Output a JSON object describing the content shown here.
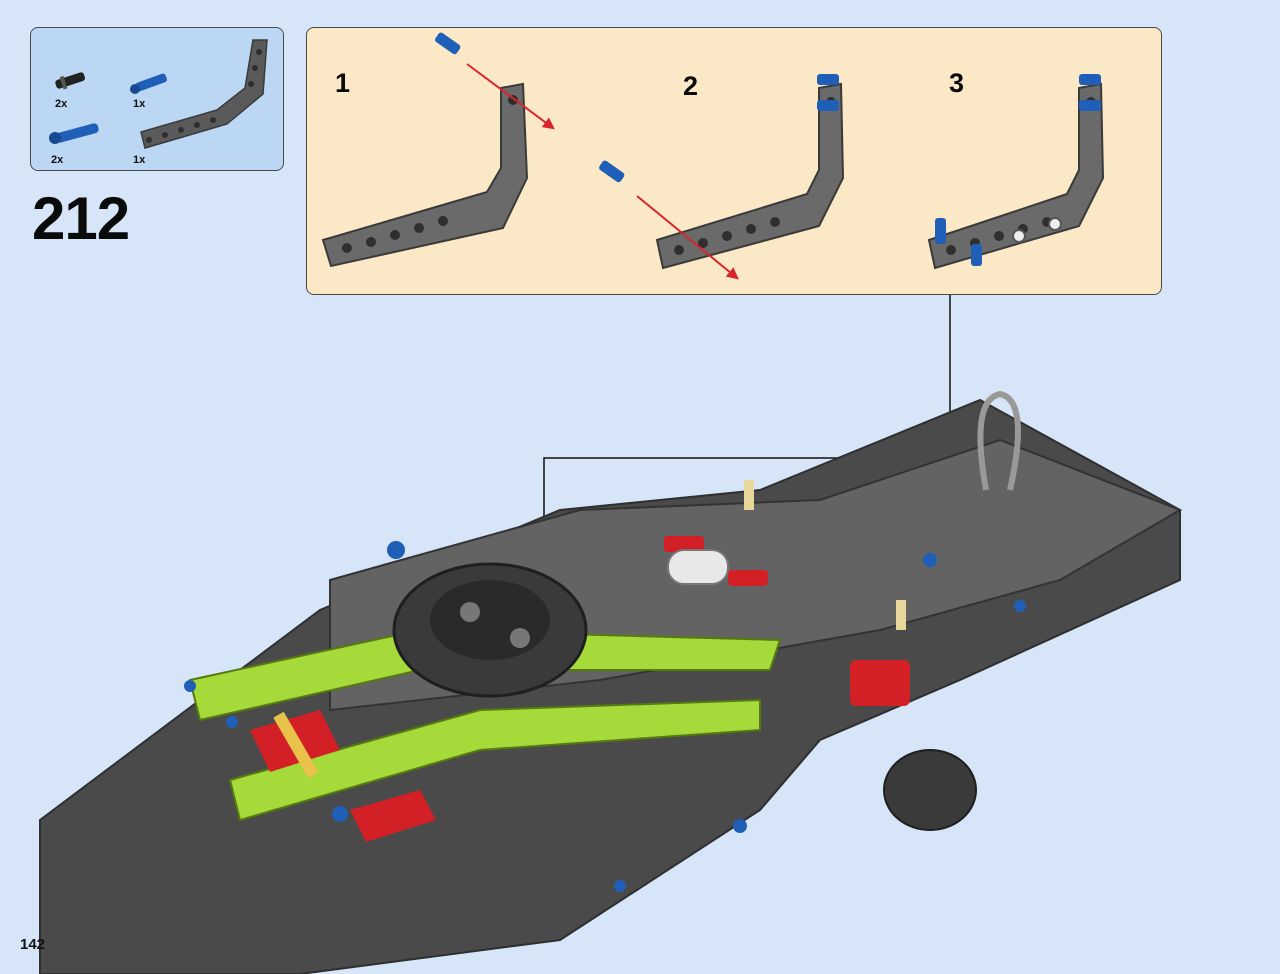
{
  "parts": [
    {
      "qty": "2x",
      "part": "black-connector-pin"
    },
    {
      "qty": "1x",
      "part": "blue-axle-pin"
    },
    {
      "qty": "2x",
      "part": "blue-long-pin"
    },
    {
      "qty": "1x",
      "part": "bent-beam"
    }
  ],
  "step_number": "212",
  "sub_steps": [
    "1",
    "2",
    "3"
  ],
  "page_number": "142",
  "colors": {
    "background": "#d6e6f8",
    "parts_box": "#bcd7f3",
    "sub_panel": "#fbe8c6",
    "beam_gray": "#5a5a5a",
    "pin_blue": "#1f5fb8",
    "arrow_red": "#d8242c",
    "lime": "#a6d93a",
    "red_part": "#d32027"
  }
}
